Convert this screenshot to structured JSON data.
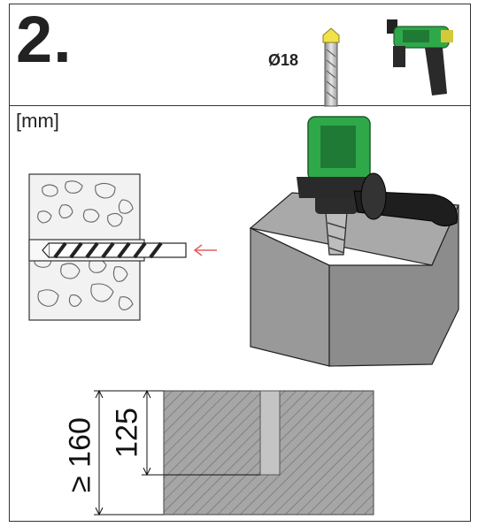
{
  "step": {
    "number": "2."
  },
  "drill_bit": {
    "diameter": "Ø18"
  },
  "units": {
    "label": "[mm]"
  },
  "dimensions": {
    "total_depth": "≥ 160",
    "drill_depth": "125"
  },
  "colors": {
    "drill_green": "#27a84a",
    "concrete": "#a8a8a8",
    "arrow": "#e06060"
  }
}
